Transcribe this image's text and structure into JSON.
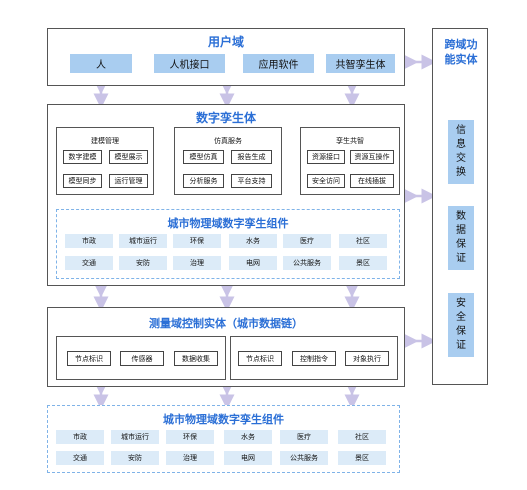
{
  "user_domain": {
    "title": "用户域",
    "items": [
      "人",
      "人机接口",
      "应用软件",
      "共智孪生体"
    ]
  },
  "digital_twin": {
    "title": "数字孪生体",
    "modeling": {
      "title": "建模管理",
      "buttons": [
        "数字建模",
        "模型展示",
        "模型同步",
        "运行管理"
      ]
    },
    "simulation": {
      "title": "仿真服务",
      "buttons": [
        "模型仿真",
        "报告生成",
        "分析服务",
        "平台支持"
      ]
    },
    "sharing": {
      "title": "孪生共智",
      "buttons": [
        "资源接口",
        "资源互操作",
        "安全访问",
        "在线插拔"
      ]
    },
    "components": {
      "title": "城市物理域数字孪生组件",
      "row1": [
        "市政",
        "城市运行",
        "环保",
        "水务",
        "医疗",
        "社区"
      ],
      "row2": [
        "交通",
        "安防",
        "治理",
        "电网",
        "公共服务",
        "景区"
      ]
    }
  },
  "measurement": {
    "title": "测量域控制实体（城市数据链）",
    "left": [
      "节点标识",
      "传感器",
      "数据收集"
    ],
    "right": [
      "节点标识",
      "控制指令",
      "对象执行"
    ]
  },
  "bottom_components": {
    "title": "城市物理域数字孪生组件",
    "row1": [
      "市政",
      "城市运行",
      "环保",
      "水务",
      "医疗",
      "社区"
    ],
    "row2": [
      "交通",
      "安防",
      "治理",
      "电网",
      "公共服务",
      "景区"
    ]
  },
  "cross_domain": {
    "title": "跨域功能实体",
    "items": [
      "信息交换",
      "数据保证",
      "安全保证"
    ]
  },
  "colors": {
    "title_blue": "#2b6fd6",
    "tile_blue": "#a9cdf0",
    "comp_blue": "#dcebf8",
    "arrow": "#c9c3e6"
  }
}
